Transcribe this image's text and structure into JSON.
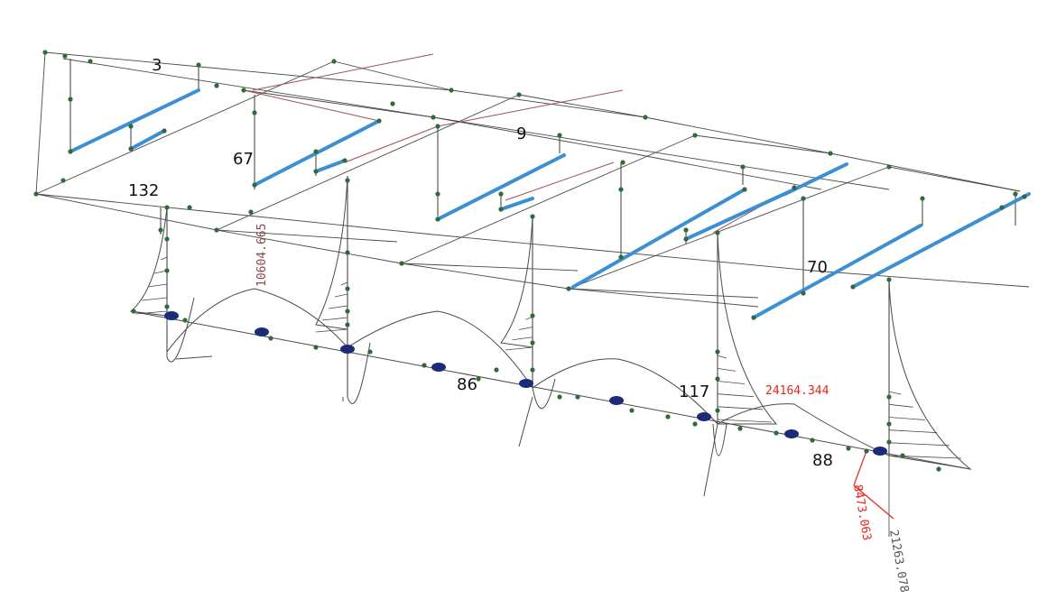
{
  "labels": {
    "m3": "3",
    "m9": "9",
    "m67": "67",
    "m70": "70",
    "m132": "132",
    "m86": "86",
    "m117": "117",
    "m88": "88"
  },
  "values": {
    "v_10604": "10604.665",
    "v_24164": "24164.344",
    "v_8473": "8473.063",
    "v_21263": "21263.078"
  },
  "colors": {
    "frame": "#4a4a4a",
    "edge_red": "#a05050",
    "beam_blue": "#3c8fd2",
    "node_green": "#2f6b3a",
    "support_navy": "#1c2a7a",
    "highlight_red": "#e8231f"
  }
}
